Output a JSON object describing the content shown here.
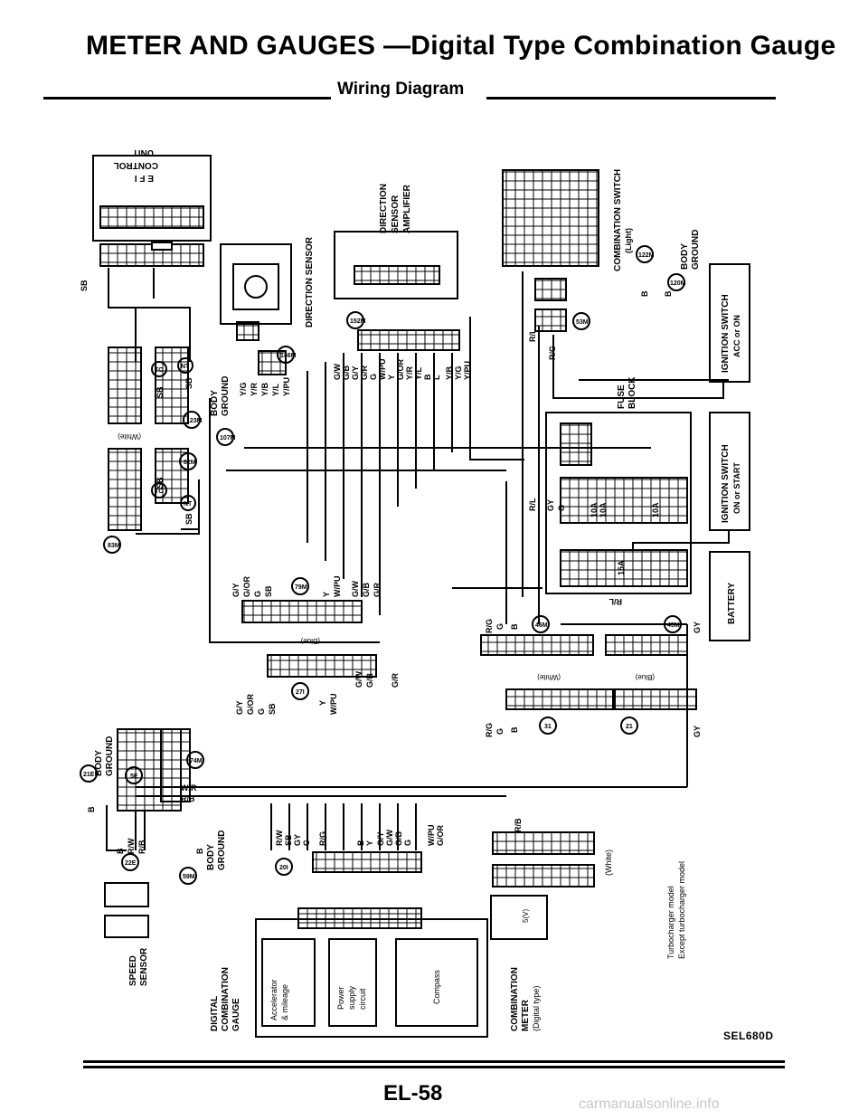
{
  "header": {
    "title": "METER AND GAUGES —Digital Type Combination Gauge",
    "subtitle": "Wiring Diagram"
  },
  "labels": {
    "ecu": [
      "E F I",
      "CONTROL",
      "UNIT"
    ],
    "direction_sensor": "DIRECTION SENSOR",
    "direction_amp": [
      "DIRECTION",
      "SENSOR",
      "AMPLIFIER"
    ],
    "combination_switch": [
      "COMBINATION SWITCH",
      "(Light)"
    ],
    "body_ground": [
      "BODY",
      "GROUND"
    ],
    "ignition_acc": [
      "IGNITION SWITCH",
      "ACC or ON"
    ],
    "ignition_start": [
      "IGNITION SWITCH",
      "ON or START"
    ],
    "battery": "BATTERY",
    "fuse_block": [
      "FUSE",
      "BLOCK"
    ],
    "speed_sensor": [
      "SPEED",
      "SENSOR"
    ],
    "digital_gauge": [
      "DIGITAL",
      "COMBINATION",
      "GAUGE"
    ],
    "combination_meter": [
      "COMBINATION",
      "METER",
      "(Digital type)"
    ],
    "accelerator": [
      "Accelerator",
      "& mileage"
    ],
    "power_supply": [
      "Power",
      "supply",
      "circuit"
    ],
    "compass": "Compass",
    "white": "(White)",
    "blue": "(Blue)",
    "legend_tc": "Turbocharger model",
    "legend_nt": "Except turbocharger model",
    "volt_5": "5(V)"
  },
  "connectors": {
    "c152m": "152M",
    "c146m": "146M",
    "c107m": "107M",
    "c123m": "123M",
    "c82m": "82M",
    "c83m": "83M",
    "c53m": "53M",
    "c122m": "122M",
    "c120m": "120M",
    "c79m": "79M",
    "c27i": "27I",
    "c46m": "46M",
    "c45m": "45M",
    "c31": "31",
    "c21": "21",
    "c21e": "21E",
    "c5e": "5E",
    "c74m": "74M",
    "c22e": "22E",
    "c59m": "59M",
    "c20i": "20I",
    "tc": "TC",
    "nt": "NT"
  },
  "wires": {
    "sb": "SB",
    "b": "B",
    "y": "Y",
    "g": "G",
    "gy": "GY",
    "rl": "R/L",
    "rg": "R/G",
    "yg": "Y/G",
    "yr": "Y/R",
    "yb": "Y/B",
    "yl": "Y/L",
    "ypu": "Y/PU",
    "gw": "G/W",
    "gb": "G/B",
    "gr": "G/R",
    "gy2": "G/Y",
    "gor": "G/OR",
    "wpu": "W/PU",
    "l": "L",
    "rw": "R/W",
    "rb": "R/B",
    "wr": "W/R",
    "fuse10a": "10A",
    "fuse15a": "15A"
  },
  "footer": {
    "code": "SEL680D",
    "page": "EL-58",
    "watermark": "carmanualsonline.info"
  }
}
